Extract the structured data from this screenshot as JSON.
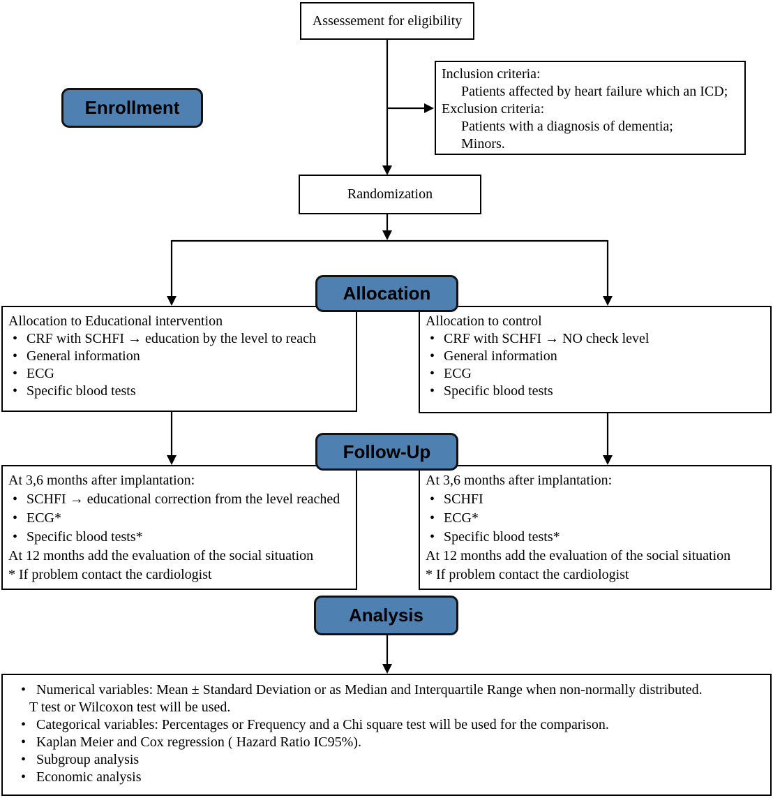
{
  "eligibility": {
    "text": "Assessement for eligibility"
  },
  "criteria": {
    "lines": [
      "Inclusion criteria:",
      "Patients affected by heart failure which an ICD;",
      "Exclusion criteria:",
      "Patients with a diagnosis of dementia;",
      "Minors."
    ]
  },
  "stages": {
    "enrollment": "Enrollment",
    "allocation": "Allocation",
    "followup": "Follow-Up",
    "analysis": "Analysis"
  },
  "randomization": {
    "text": "Randomization"
  },
  "alloc_left": {
    "title": "Allocation to Educational intervention",
    "bullets": [
      "CRF with SCHFI → education by the level to reach",
      "General information",
      "ECG",
      "Specific blood tests"
    ]
  },
  "alloc_right": {
    "title": "Allocation to control",
    "bullets": [
      "CRF with SCHFI → NO check level",
      "General information",
      "ECG",
      "Specific blood tests"
    ]
  },
  "fu_left": {
    "title": "At 3,6 months after implantation:",
    "bullets": [
      "SCHFI → educational correction from the level reached",
      "ECG*",
      "Specific blood tests*"
    ],
    "footer": [
      "At 12 months add the evaluation of the social situation",
      "* If problem contact the cardiologist"
    ]
  },
  "fu_right": {
    "title": "At 3,6 months after implantation:",
    "bullets": [
      "SCHFI",
      "ECG*",
      "Specific blood tests*"
    ],
    "footer": [
      "At 12 months add the evaluation of the social situation",
      "* If problem contact the cardiologist"
    ]
  },
  "analysis": {
    "items": [
      {
        "text": "Numerical variables: Mean ± Standard Deviation or as Median and Interquartile Range when non-normally distributed.",
        "cont": "T test or Wilcoxon test will be used."
      },
      {
        "text": "Categorical variables: Percentages or Frequency and a Chi square test will be used for the comparison."
      },
      {
        "text": "Kaplan Meier and Cox regression ( Hazard Ratio IC95%)."
      },
      {
        "text": "Subgroup analysis"
      },
      {
        "text": "Economic analysis"
      }
    ]
  },
  "colors": {
    "stage_fill": "#4e80b2",
    "line": "#000000"
  }
}
